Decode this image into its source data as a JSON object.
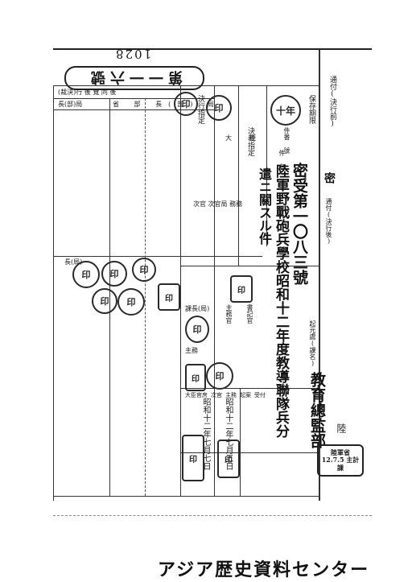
{
  "document": {
    "page_number": "1028",
    "banner": "第一一六號",
    "header_left": "(裁決)行 後 覽 同 後",
    "header_left_sub": "長(部)局",
    "header_ministry": "省 部 長(部) 局",
    "decision_label_1": "決行指定",
    "decision_label_2": "決裁指定",
    "retention_label": "保存期限",
    "retention_value": "十年",
    "stamp_secret_label": "密",
    "notify_label": "通付(決行前)",
    "notify_after": "通付(決行後)",
    "roles_top": "大 臣",
    "roles_mid": "次官 次官局 務務",
    "section_number_label": "件番 號",
    "subject_label": "件 名",
    "serial": "密受第一〇八三號",
    "title": "陸軍野戰砲兵學校昭和十二年度教導聯隊兵分",
    "title_tail": "遣ニ關スル件",
    "origin_label": "起元處(課名)",
    "origin": "教育總監部",
    "recipient": "陸",
    "date_label_1": "昭和十二年七月五日",
    "date_label_2": "昭和十二年七月七日",
    "receipt_stamp": "陸軍省 12.7.5 主計課",
    "bureau_label_1": "長(局)",
    "bureau_label_2": "課長(局)",
    "bureau_label_3": "主務",
    "official_label": "主務官",
    "writer_label": "書記官",
    "col_labels": [
      "大臣官房",
      "次官",
      "主務",
      "起案",
      "受付"
    ],
    "archive_footer": "アジア歴史資料センター"
  }
}
